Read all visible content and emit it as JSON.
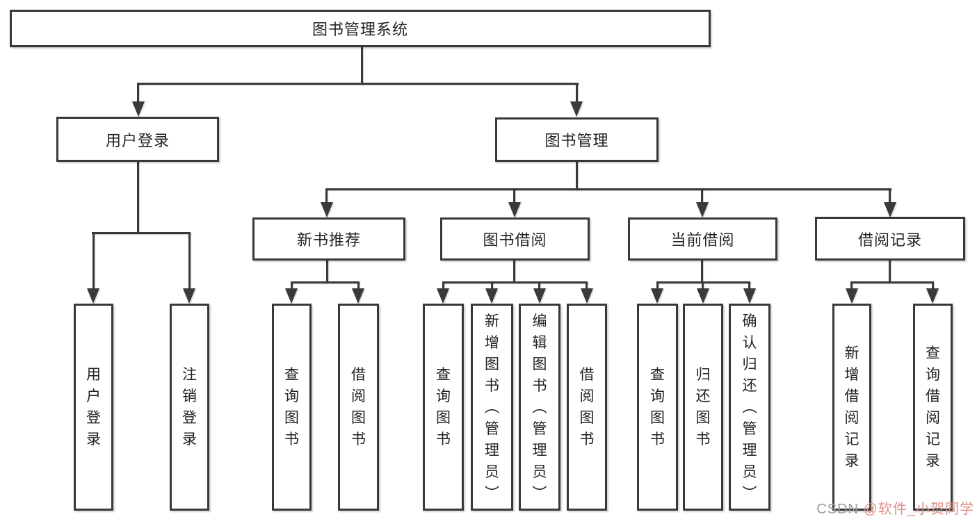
{
  "colors": {
    "line": "#383838",
    "box_border": "#383838",
    "text": "#222222",
    "watermark_brand": "#9c9c9c",
    "watermark_author": "#dd8f88",
    "background": "#ffffff"
  },
  "watermark": {
    "brand": "CSDN",
    "author": "@软件_小贺同学"
  },
  "tree": {
    "root": {
      "label": "图书管理系统",
      "children": [
        {
          "label": "用户登录",
          "children": [
            {
              "label": "用户登录"
            },
            {
              "label": "注销登录"
            }
          ]
        },
        {
          "label": "图书管理",
          "children": [
            {
              "label": "新书推荐",
              "children": [
                {
                  "label": "查询图书"
                },
                {
                  "label": "借阅图书"
                }
              ]
            },
            {
              "label": "图书借阅",
              "children": [
                {
                  "label": "查询图书"
                },
                {
                  "label": "新增图书（管理员）"
                },
                {
                  "label": "编辑图书（管理员）"
                },
                {
                  "label": "借阅图书"
                }
              ]
            },
            {
              "label": "当前借阅",
              "children": [
                {
                  "label": "查询图书"
                },
                {
                  "label": "归还图书"
                },
                {
                  "label": "确认归还（管理员）"
                }
              ]
            },
            {
              "label": "借阅记录",
              "children": [
                {
                  "label": "新增借阅记录"
                },
                {
                  "label": "查询借阅记录"
                }
              ]
            }
          ]
        }
      ]
    }
  }
}
